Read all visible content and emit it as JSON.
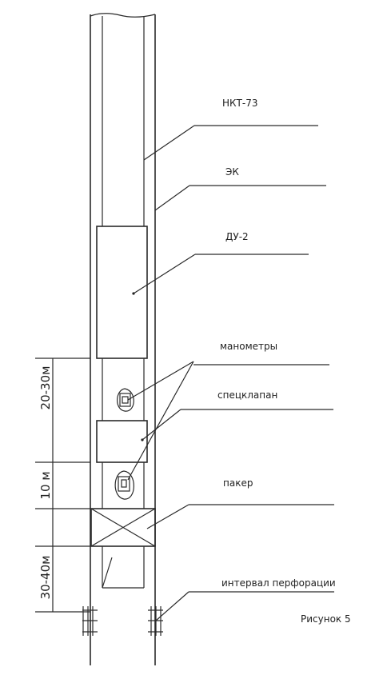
{
  "labels": {
    "nkt": "НКТ-73",
    "ek": "ЭК",
    "du": "ДУ-2",
    "manometers": "манометры",
    "valve": "спецклапан",
    "packer": "пакер",
    "perforation": "интервал перфорации"
  },
  "dimensions": {
    "d1": "20-30м",
    "d2": "10 м",
    "d3": "30-40м"
  },
  "caption": "Рисунок 5"
}
